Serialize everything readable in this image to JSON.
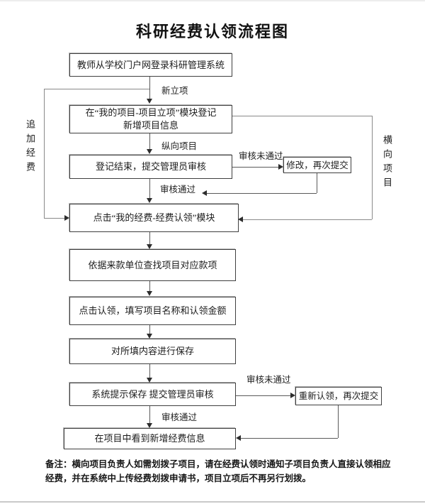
{
  "title": "科研经费认领流程图",
  "flow": {
    "boxes": {
      "login": "教师从学校门户网登录科研管理系统",
      "register_line1": "在“我的项目-项目立项”模块登记",
      "register_line2": "新增项目信息",
      "submit_review": "登记结束，提交管理员审核",
      "modify_resubmit": "修改，再次提交",
      "claim_module": "点击“我的经费-经费认领”模块",
      "find_payment": "依据来款单位查找项目对应款项",
      "claim_fill": "点击认领，填写项目名称和认领金额",
      "save_content": "对所填内容进行保存",
      "system_save_submit": "系统提示保存 提交管理员审核",
      "reclaim_resubmit": "重新认领，再次提交",
      "see_new_funding": "在项目中看到新增经费信息"
    },
    "labels": {
      "new_project": "新立项",
      "vertical_project": "纵向项目",
      "review_failed_top": "审核未通过",
      "review_passed_top": "审核通过",
      "additional_funding": "追加经费",
      "horizontal_project": "横向项目",
      "review_failed_bottom": "审核未通过",
      "review_passed_bottom": "审核通过"
    }
  },
  "note": {
    "label": "备注：",
    "text": "横向项目负责人如需划拨子项目，请在经费认领时通知子项目负责人直接认领相应经费，并在系统中上传经费划拨申请书，项目立项后不再另行划拨。"
  },
  "colors": {
    "background": "#ffffff",
    "text": "#1c1c1c",
    "box_border": "#3f3f3f",
    "line": "#5a5a5a",
    "arrow": "#2d2d2d"
  }
}
